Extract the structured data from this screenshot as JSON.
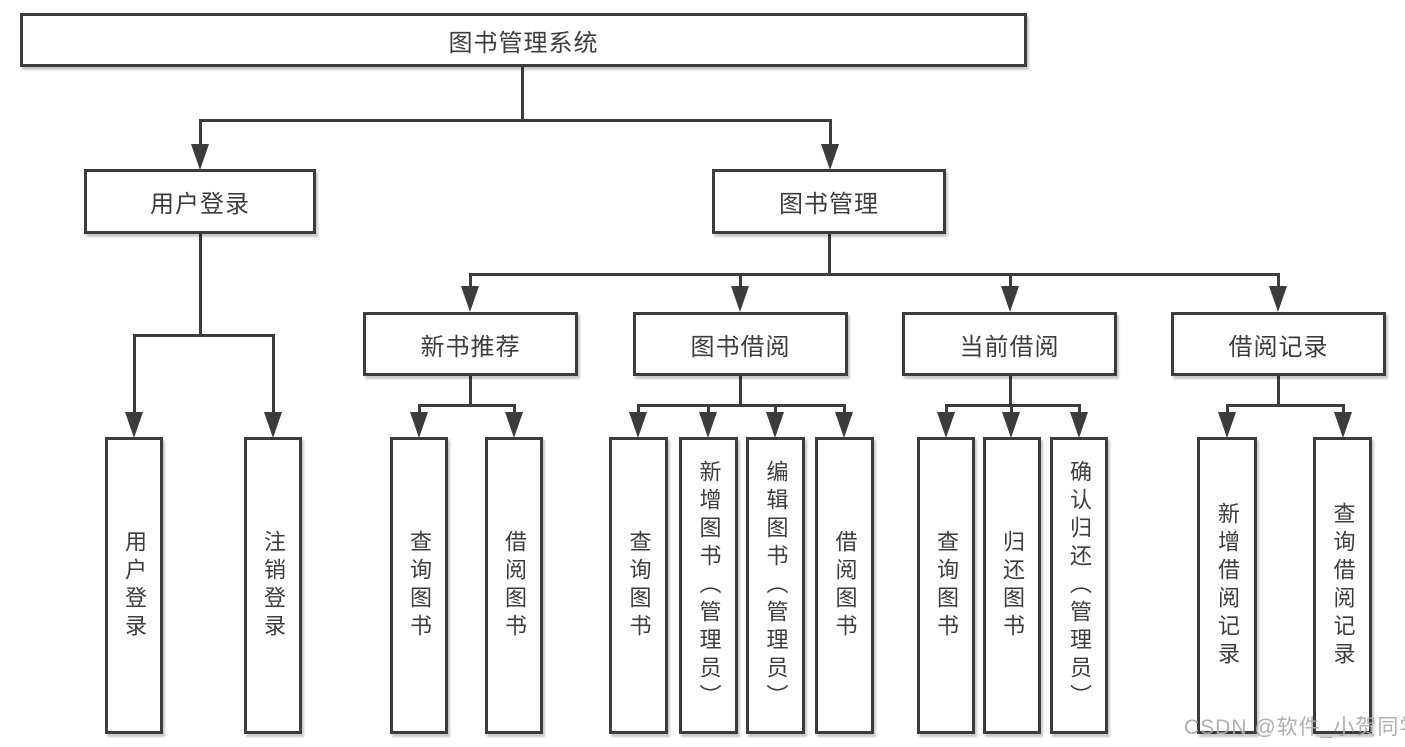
{
  "root": {
    "label": "图书管理系统"
  },
  "login": {
    "label": "用户登录",
    "children": [
      "用户登录",
      "注销登录"
    ]
  },
  "management": {
    "label": "图书管理",
    "sections": [
      {
        "label": "新书推荐",
        "children": [
          "查询图书",
          "借阅图书"
        ]
      },
      {
        "label": "图书借阅",
        "children": [
          "查询图书",
          "新增图书（管理员）",
          "编辑图书（管理员）",
          "借阅图书"
        ]
      },
      {
        "label": "当前借阅",
        "children": [
          "查询图书",
          "归还图书",
          "确认归还（管理员）"
        ]
      },
      {
        "label": "借阅记录",
        "children": [
          "新增借阅记录",
          "查询借阅记录"
        ]
      }
    ]
  },
  "watermark": "CSDN @软件_小贺同学",
  "colors": {
    "line": "#3c3c3c",
    "text": "#3d3d3d",
    "background": "#ffffff",
    "watermark": "#acacac"
  }
}
